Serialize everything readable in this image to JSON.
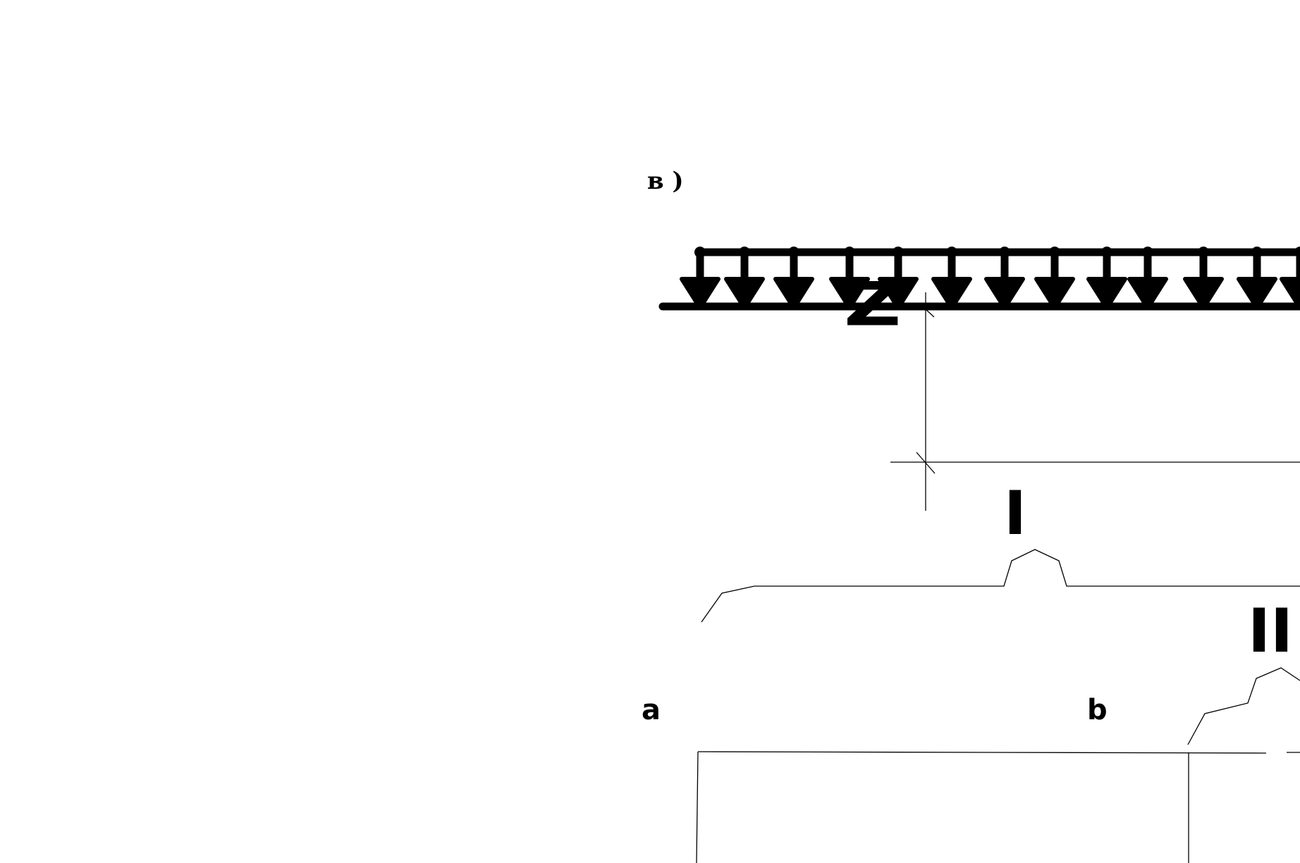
{
  "diagram": {
    "panel_label": "в )",
    "dimension_label": "Z",
    "span_labels": [
      "I",
      "II"
    ],
    "point_labels": [
      "a",
      "b"
    ],
    "load_arrow_count": 13,
    "ink_color": "#000000",
    "background_color": "#ffffff"
  }
}
